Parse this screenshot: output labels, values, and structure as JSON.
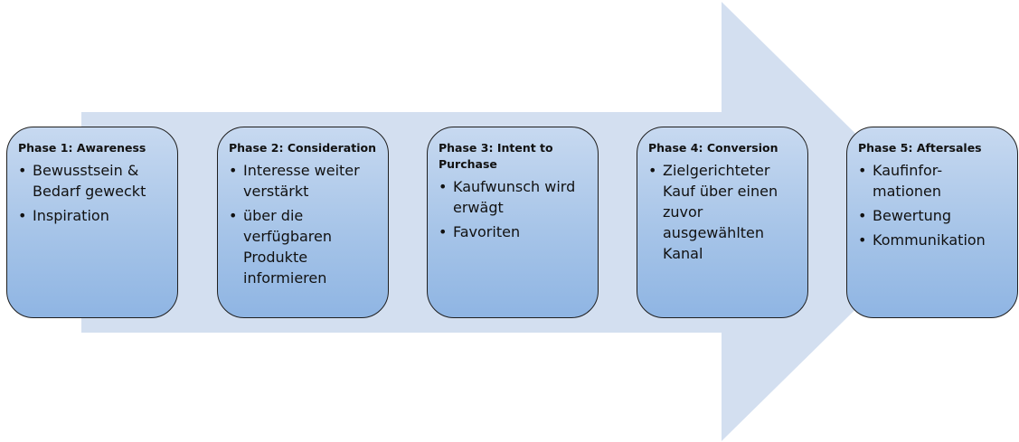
{
  "diagram": {
    "arrow_color": "#d3dff0",
    "box_border_color": "#1f1f1f",
    "phases": [
      {
        "title": "Phase 1: Awareness",
        "items": [
          "Bewusstsein & Bedarf geweckt",
          "Inspiration"
        ]
      },
      {
        "title": "Phase 2: Consideration",
        "items": [
          "Interesse weiter verstärkt",
          "über die verfügbaren Produkte informieren"
        ]
      },
      {
        "title": "Phase 3: Intent to Purchase",
        "items": [
          "Kaufwunsch wird erwägt",
          "Favoriten"
        ]
      },
      {
        "title": "Phase 4: Conversion",
        "items": [
          "Zielgerichteter Kauf über einen zuvor ausgewählten Kanal"
        ]
      },
      {
        "title": "Phase 5: Aftersales",
        "items": [
          "Kaufinfor-mationen",
          "Bewertung",
          "Kommunikation"
        ]
      }
    ]
  }
}
